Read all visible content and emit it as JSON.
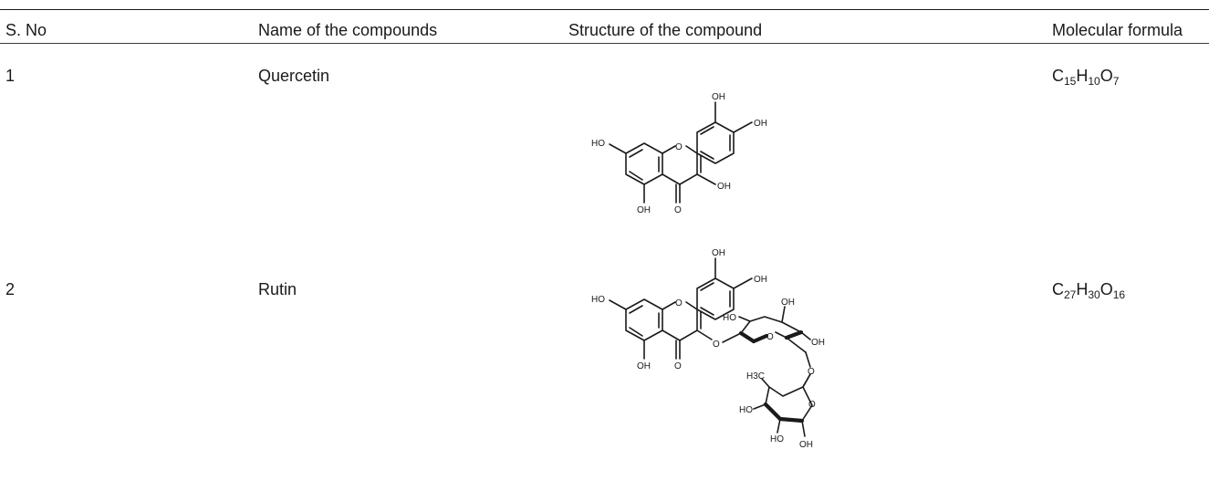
{
  "table": {
    "headers": {
      "sno": "S. No",
      "name": "Name of the compounds",
      "structure": "Structure of the compound",
      "formula": "Molecular formula"
    },
    "rows": [
      {
        "sno": "1",
        "name": "Quercetin",
        "formula": [
          {
            "el": "C",
            "n": "15"
          },
          {
            "el": "H",
            "n": "10"
          },
          {
            "el": "O",
            "n": "7"
          }
        ],
        "labels": {
          "oh": "OH",
          "ho": "HO",
          "o": "O"
        }
      },
      {
        "sno": "2",
        "name": "Rutin",
        "formula": [
          {
            "el": "C",
            "n": "27"
          },
          {
            "el": "H",
            "n": "30"
          },
          {
            "el": "O",
            "n": "16"
          }
        ],
        "labels": {
          "oh": "OH",
          "ho": "HO",
          "o": "O",
          "h3c": "H3C"
        }
      }
    ]
  }
}
